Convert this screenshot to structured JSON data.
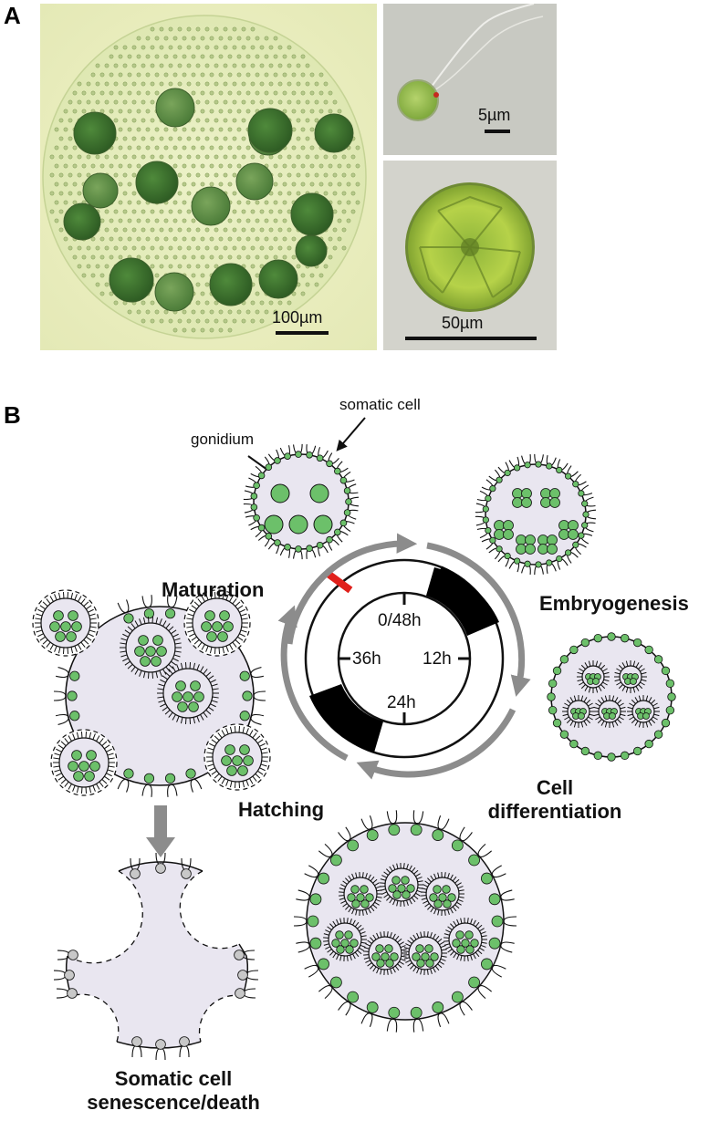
{
  "panel_a": {
    "letter": "A",
    "scale_main": "100µm",
    "scale_top_right": "5µm",
    "scale_bottom_right": "50µm"
  },
  "panel_b": {
    "letter": "B",
    "labels": {
      "somatic_cell": "somatic cell",
      "gonidium": "gonidium",
      "maturation": "Maturation",
      "embryogenesis": "Embryogenesis",
      "cell_differentiation_1": "Cell",
      "cell_differentiation_2": "differentiation",
      "hatching": "Hatching",
      "senescence_1": "Somatic cell",
      "senescence_2": "senescence/death"
    },
    "clock": {
      "t0": "0/48h",
      "t12": "12h",
      "t24": "24h",
      "t36": "36h"
    },
    "colors": {
      "cell_green": "#6cc06a",
      "dead_cell": "#c8c8c8",
      "colony_fill": "#e9e6f0",
      "arrow_gray": "#8c8c8c",
      "marker_red": "#e0201b",
      "dark_period": "#000000"
    }
  }
}
